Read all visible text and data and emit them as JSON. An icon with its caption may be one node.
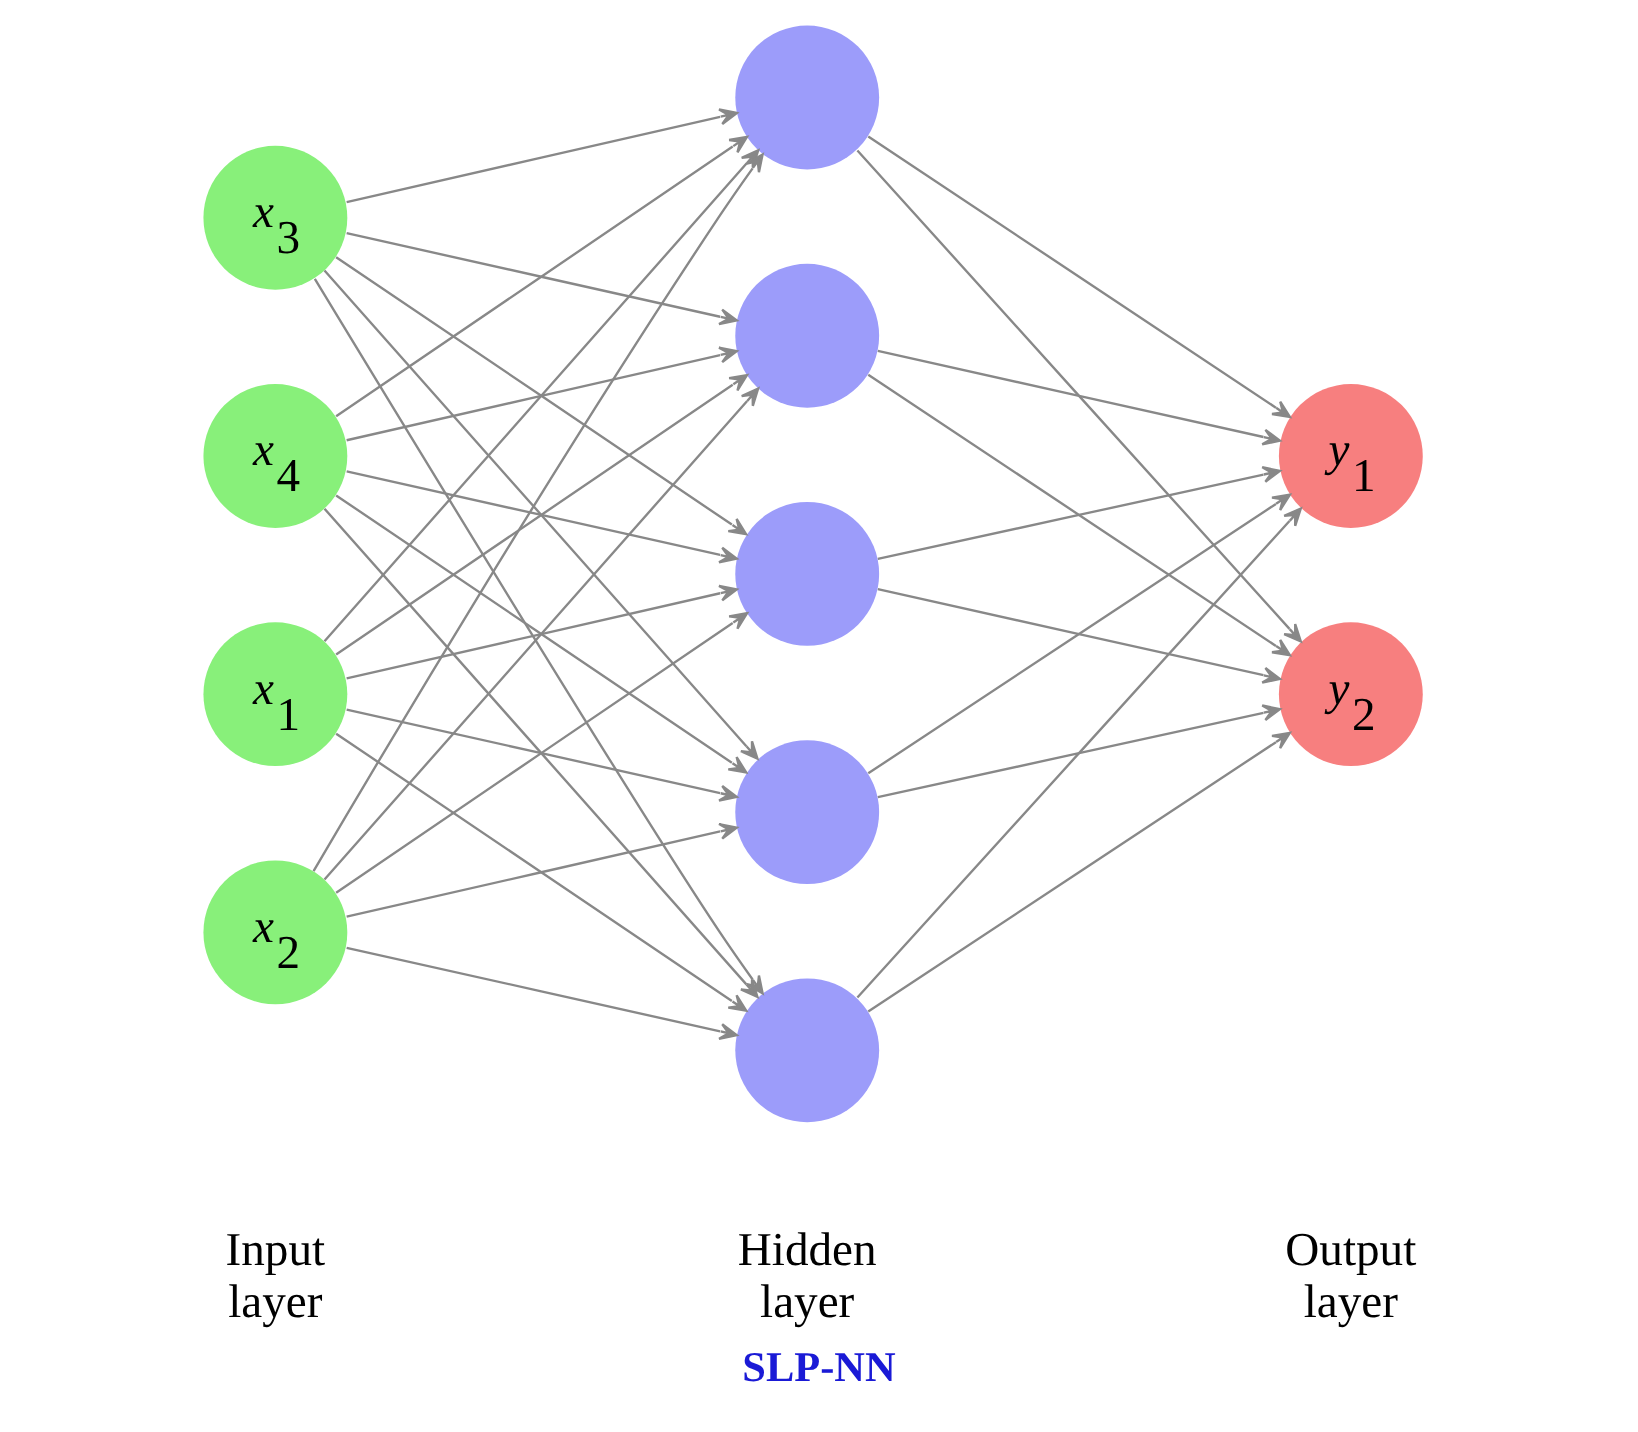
{
  "diagram": {
    "caption": "SLP-NN",
    "nodes": [
      {
        "text": [
          "x$_{1}$"
        ]
      },
      {
        "text": [
          "x$_{2}$"
        ]
      },
      {
        "text": [
          "x$_{3}$"
        ]
      },
      {
        "text": [
          "x$_{4}$"
        ]
      },
      {
        "text": [],
        "shape": "circle"
      },
      {
        "text": [],
        "shape": "circle"
      },
      {
        "text": [],
        "shape": "circle"
      },
      {
        "text": [],
        "shape": "circle"
      },
      {
        "text": [],
        "shape": "circle"
      },
      {
        "text": [
          "y$_{1}$"
        ]
      },
      {
        "text": [
          "y$_{2}$"
        ]
      }
    ],
    "edges": [
      {
        "from": 0,
        "to": 4,
        "arrow": "to"
      },
      {
        "from": 0,
        "to": 5,
        "arrow": "to"
      },
      {
        "from": 0,
        "to": 6,
        "arrow": "to"
      },
      {
        "from": 0,
        "to": 7,
        "arrow": "to"
      },
      {
        "from": 0,
        "to": 8,
        "arrow": "to"
      },
      {
        "from": 1,
        "to": 4,
        "arrow": "to"
      },
      {
        "from": 1,
        "to": 5,
        "arrow": "to"
      },
      {
        "from": 1,
        "to": 6,
        "arrow": "to"
      },
      {
        "from": 1,
        "to": 7,
        "arrow": "to"
      },
      {
        "from": 1,
        "to": 8,
        "arrow": "to"
      },
      {
        "from": 2,
        "to": 4,
        "arrow": "to"
      },
      {
        "from": 2,
        "to": 5,
        "arrow": "to"
      },
      {
        "from": 2,
        "to": 6,
        "arrow": "to"
      },
      {
        "from": 2,
        "to": 7,
        "arrow": "to"
      },
      {
        "from": 2,
        "to": 8,
        "arrow": "to"
      },
      {
        "from": 3,
        "to": 4,
        "arrow": "to"
      },
      {
        "from": 3,
        "to": 5,
        "arrow": "to"
      },
      {
        "from": 3,
        "to": 6,
        "arrow": "to"
      },
      {
        "from": 3,
        "to": 7,
        "arrow": "to"
      },
      {
        "from": 3,
        "to": 8,
        "arrow": "to"
      },
      {
        "from": 4,
        "to": 9,
        "arrow": "to"
      },
      {
        "from": 4,
        "to": 10,
        "arrow": "to"
      },
      {
        "from": 5,
        "to": 9,
        "arrow": "to"
      },
      {
        "from": 5,
        "to": 10,
        "arrow": "to"
      },
      {
        "from": 6,
        "to": 9,
        "arrow": "to"
      },
      {
        "from": 6,
        "to": 10,
        "arrow": "to"
      },
      {
        "from": 7,
        "to": 9,
        "arrow": "to"
      },
      {
        "from": 7,
        "to": 10,
        "arrow": "to"
      },
      {
        "from": 8,
        "to": 9,
        "arrow": "to"
      },
      {
        "from": 8,
        "to": 10,
        "arrow": "to"
      }
    ],
    "labels": [
      "Input layer",
      "Hidden layer",
      "Output layer"
    ]
  }
}
